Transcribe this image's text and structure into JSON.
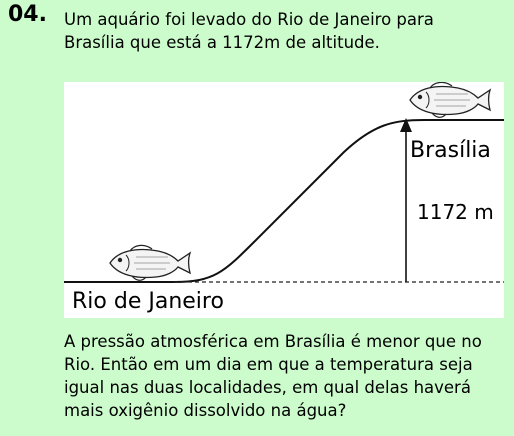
{
  "question": {
    "number": "04.",
    "intro_lines": [
      "Um aquário foi levado do Rio de Janeiro para",
      "Brasília que está a 1172m de altitude."
    ],
    "question_lines": [
      "A pressão atmosférica em Brasília é menor que no",
      "Rio. Então em um dia em que a temperatura seja",
      "igual nas duas localidades, em qual delas haverá",
      "mais oxigênio dissolvido na água?"
    ]
  },
  "figure": {
    "label_brasilia": "Brasília",
    "label_altitude": "1172 m",
    "label_rio": "Rio de Janeiro",
    "icons": [
      "fish-icon",
      "fish-icon"
    ]
  }
}
